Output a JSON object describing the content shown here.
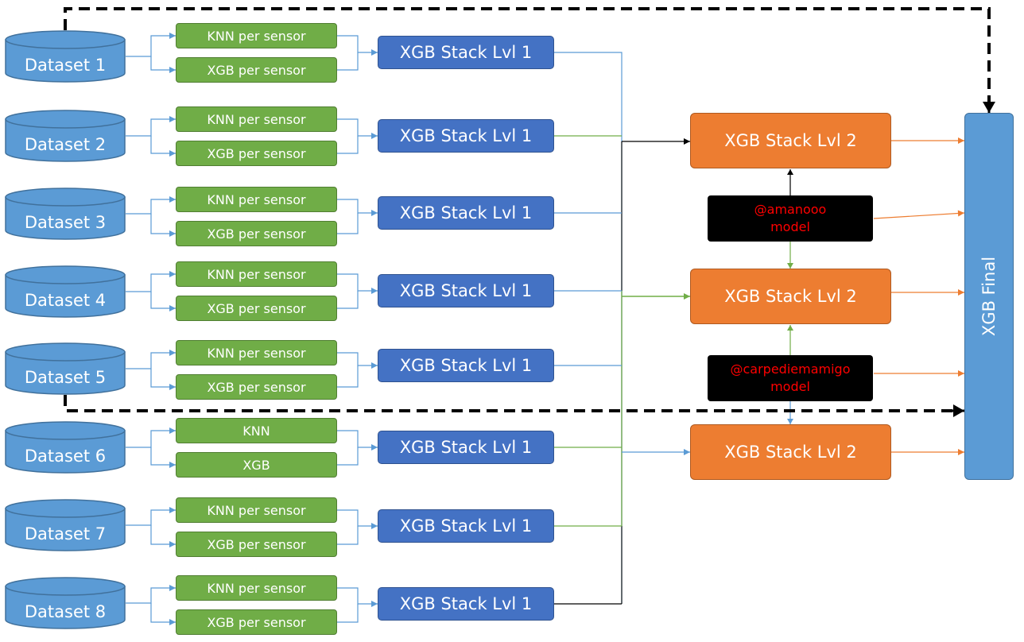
{
  "datasets": [
    {
      "label": "Dataset 1",
      "branch_a": "KNN per sensor",
      "branch_b": "XGB per sensor",
      "stack": "XGB Stack Lvl 1"
    },
    {
      "label": "Dataset 2",
      "branch_a": "KNN per sensor",
      "branch_b": "XGB per sensor",
      "stack": "XGB Stack Lvl 1"
    },
    {
      "label": "Dataset 3",
      "branch_a": "KNN per sensor",
      "branch_b": "XGB per sensor",
      "stack": "XGB Stack Lvl 1"
    },
    {
      "label": "Dataset 4",
      "branch_a": "KNN per sensor",
      "branch_b": "XGB per sensor",
      "stack": "XGB Stack Lvl 1"
    },
    {
      "label": "Dataset 5",
      "branch_a": "KNN per sensor",
      "branch_b": "XGB per sensor",
      "stack": "XGB Stack Lvl 1"
    },
    {
      "label": "Dataset 6",
      "branch_a": "KNN",
      "branch_b": "XGB",
      "stack": "XGB Stack Lvl 1"
    },
    {
      "label": "Dataset 7",
      "branch_a": "KNN per sensor",
      "branch_b": "XGB per sensor",
      "stack": "XGB Stack Lvl 1"
    },
    {
      "label": "Dataset 8",
      "branch_a": "KNN per sensor",
      "branch_b": "XGB per sensor",
      "stack": "XGB Stack Lvl 1"
    }
  ],
  "level2": [
    "XGB Stack Lvl 2",
    "XGB Stack Lvl 2",
    "XGB Stack Lvl 2"
  ],
  "external_models": [
    {
      "line1": "@amanooo",
      "line2": "model"
    },
    {
      "line1": "@carpediemamigo",
      "line2": "model"
    }
  ],
  "final": "XGB Final",
  "colors": {
    "dataset_fill": "#5b9bd5",
    "model_fill": "#70ad47",
    "stack1_fill": "#4472c4",
    "stack2_fill": "#ed7d31",
    "external_fill": "#000000",
    "external_text": "#ff0000",
    "final_fill": "#5b9bd5",
    "connector_blue": "#5b9bd5",
    "connector_green": "#70ad47",
    "connector_orange": "#ed7d31",
    "connector_black": "#000000"
  }
}
